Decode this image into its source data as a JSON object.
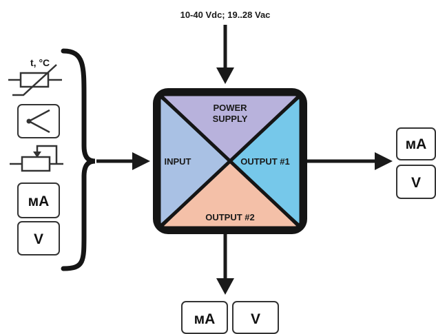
{
  "supply": {
    "label": "10-40 Vdc; 19..28 Vac"
  },
  "converter": {
    "power_supply_line1": "POWER",
    "power_supply_line2": "SUPPLY",
    "input": "INPUT",
    "output1": "OUTPUT #1",
    "output2": "OUTPUT #2",
    "colors": {
      "power_supply": "#b8b2dc",
      "input": "#a9c1e4",
      "output1": "#76c8ea",
      "output2": "#f4c0a8",
      "frame": "#151515"
    }
  },
  "inputs": {
    "thermoresistor_label": "t, °C",
    "thermocouple_icon": "thermocouple-icon",
    "potentiometer_icon": "potentiometer-icon",
    "ma": "мА",
    "v": "V"
  },
  "output1_signals": {
    "ma": "мА",
    "v": "V"
  },
  "output2_signals": {
    "ma": "мА",
    "v": "V"
  }
}
